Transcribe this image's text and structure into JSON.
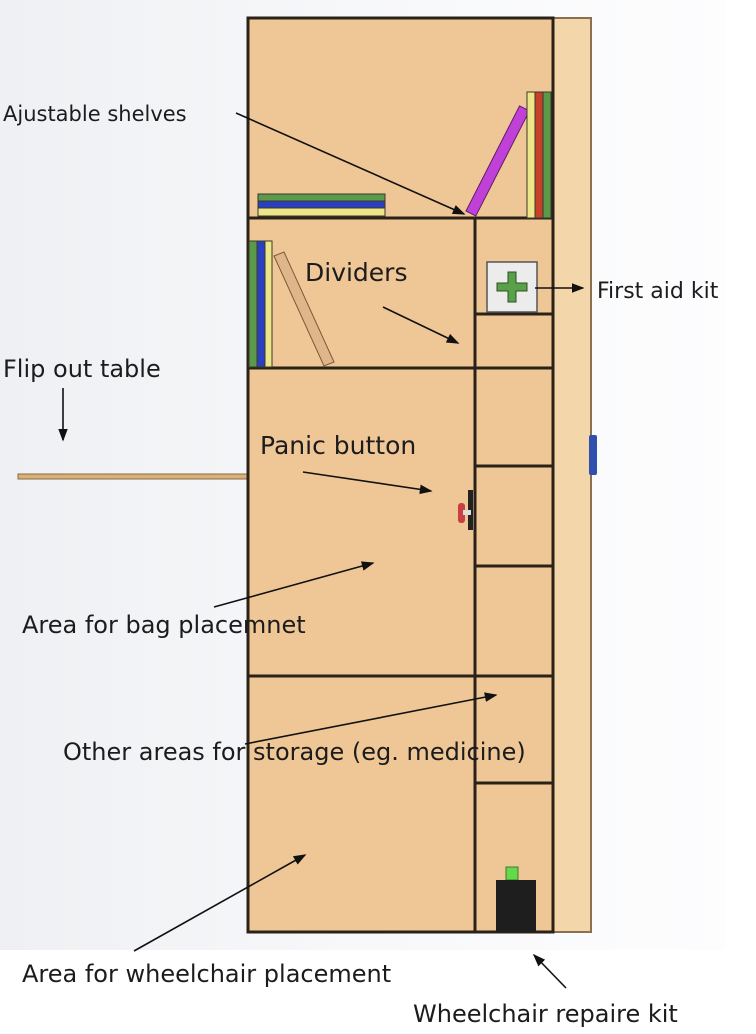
{
  "labels": {
    "adjustable_shelves": "Ajustable shelves",
    "dividers": "Dividers",
    "first_aid_kit": "First aid kit",
    "flip_out_table": "Flip out table",
    "panic_button": "Panic button",
    "bag_area": "Area for bag placemnet",
    "other_storage": "Other areas for storage (eg. medicine)",
    "wheelchair_area": "Area for wheelchair placement",
    "repair_kit": "Wheelchair repaire kit"
  },
  "colors": {
    "wood": "#efc796",
    "side_panel": "#f3d7aa",
    "line": "#2a2118",
    "book_green": "#5a9a4a",
    "book_blue": "#2a40c0",
    "book_yellow": "#eee58a",
    "book_red": "#c8402a",
    "book_purple": "#c040d8",
    "first_aid_plus": "#5aa04a",
    "panic_red": "#c84040",
    "kit_black": "#1e1e1e",
    "kit_green": "#66d94a"
  }
}
